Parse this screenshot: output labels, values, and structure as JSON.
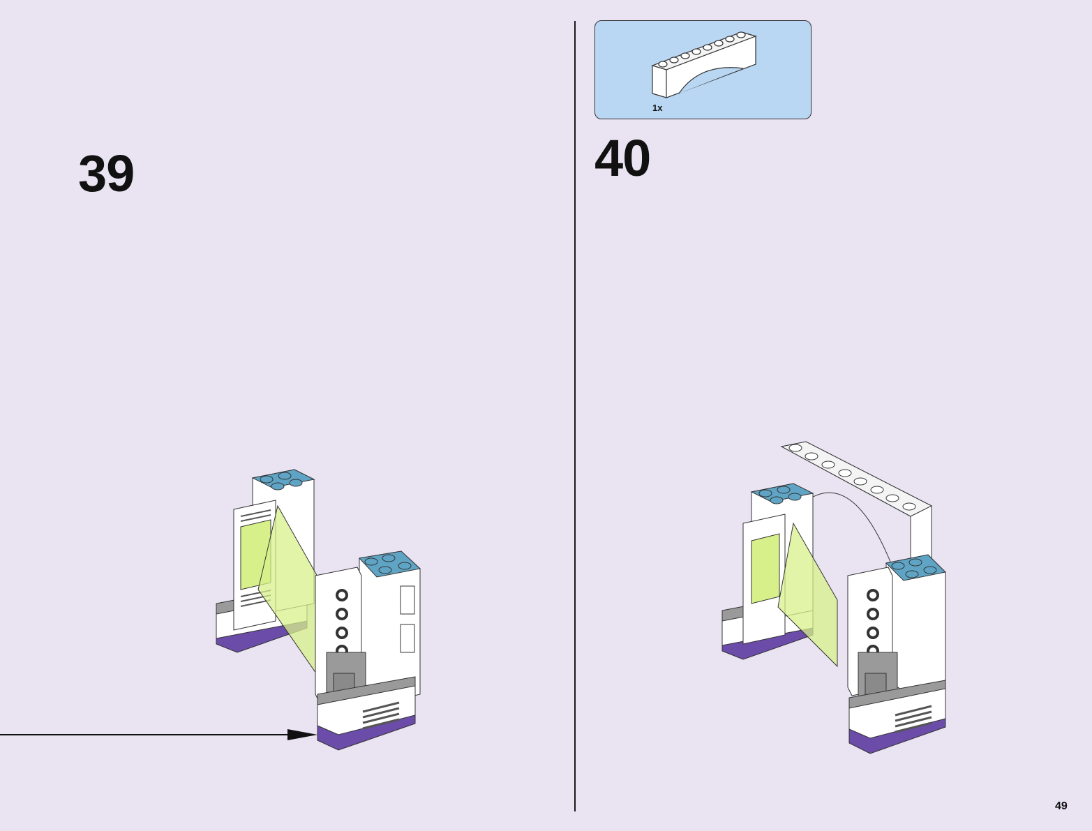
{
  "steps": [
    {
      "number": "39"
    },
    {
      "number": "40"
    }
  ],
  "parts_callout": {
    "part": "arch-brick",
    "quantity": "1x"
  },
  "page_number": "49",
  "colors": {
    "background": "#e9e3f2",
    "callout": "#b9d6f2",
    "tile_blue": "#5fa4c4",
    "trans_green": "#d7f08a",
    "purple": "#6b4ca8",
    "gray": "#8f8f8f"
  }
}
